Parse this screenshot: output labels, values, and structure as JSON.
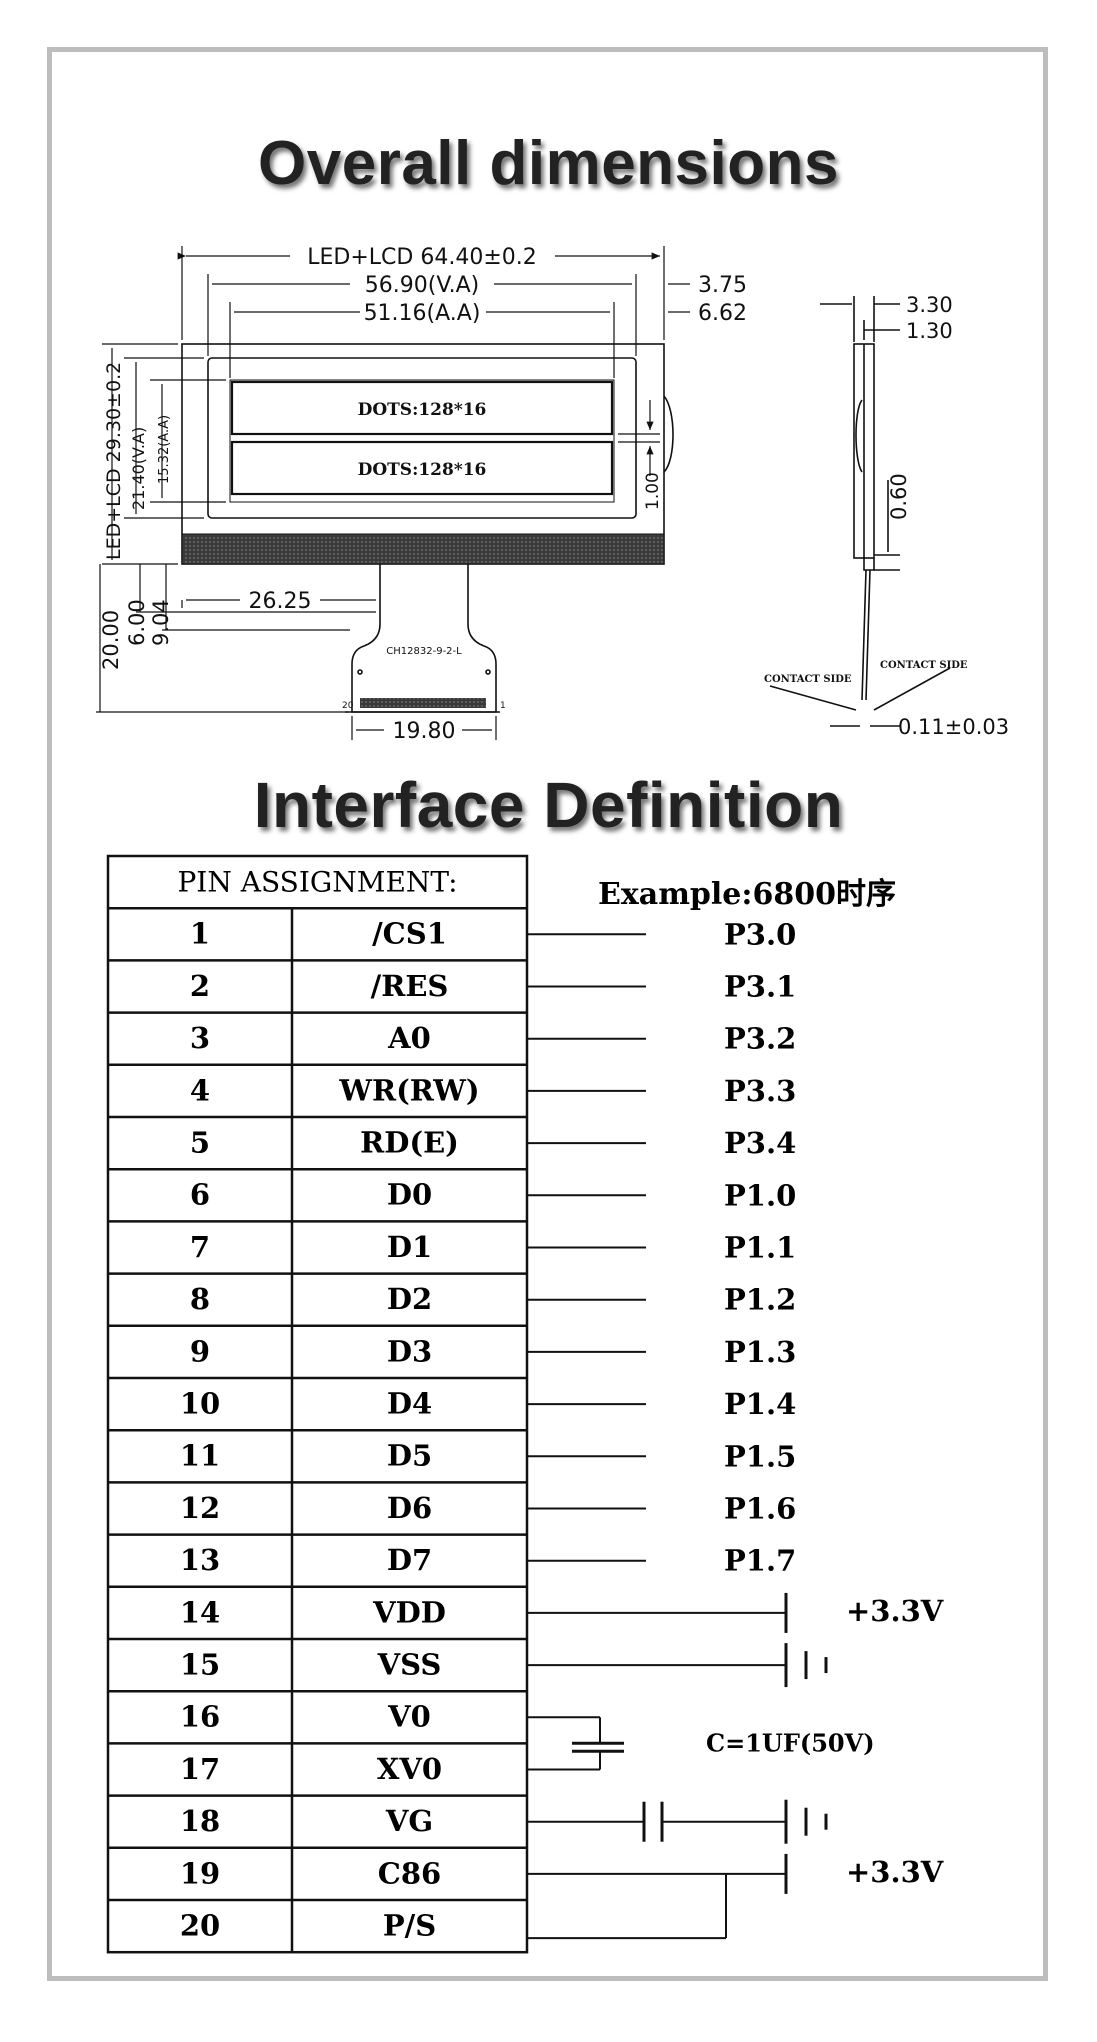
{
  "headings": {
    "dimensions": "Overall dimensions",
    "interface": "Interface Definition"
  },
  "dimensions": {
    "overall_width": "LED+LCD 64.40±0.2",
    "va_width": "56.90(V.A)",
    "aa_width": "51.16(A.A)",
    "right_offset_1": "3.75",
    "right_offset_2": "6.62",
    "overall_height": "LED+LCD 29.30±0.2",
    "va_height": "21.40(V.A)",
    "aa_height": "15.32(A.A)",
    "line_gap": "1.00",
    "tail_total": "20.00",
    "tail_1": "6.00",
    "tail_2": "9.04",
    "tail_offset": "26.25",
    "fpc_width": "19.80",
    "fpc_code": "CH12832-9-2-L",
    "fpc_pin_left": "20",
    "fpc_pin_right": "1",
    "dots_line_1": "DOTS:128*16",
    "dots_line_2": "DOTS:128*16",
    "side_thickness": "3.30",
    "side_glass": "1.30",
    "side_tab": "0.60",
    "contact_left": "CONTACT SIDE",
    "contact_right": "CONTACT SIDE",
    "fpc_thickness": "0.11±0.03"
  },
  "table": {
    "header": "PIN ASSIGNMENT:",
    "example": "Example:6800时序",
    "rows": [
      {
        "pin": "1",
        "name": "/CS1",
        "port": "P3.0"
      },
      {
        "pin": "2",
        "name": "/RES",
        "port": "P3.1"
      },
      {
        "pin": "3",
        "name": "A0",
        "port": "P3.2"
      },
      {
        "pin": "4",
        "name": "WR(RW)",
        "port": "P3.3"
      },
      {
        "pin": "5",
        "name": "RD(E)",
        "port": "P3.4"
      },
      {
        "pin": "6",
        "name": "D0",
        "port": "P1.0"
      },
      {
        "pin": "7",
        "name": "D1",
        "port": "P1.1"
      },
      {
        "pin": "8",
        "name": "D2",
        "port": "P1.2"
      },
      {
        "pin": "9",
        "name": "D3",
        "port": "P1.3"
      },
      {
        "pin": "10",
        "name": "D4",
        "port": "P1.4"
      },
      {
        "pin": "11",
        "name": "D5",
        "port": "P1.5"
      },
      {
        "pin": "12",
        "name": "D6",
        "port": "P1.6"
      },
      {
        "pin": "13",
        "name": "D7",
        "port": "P1.7"
      },
      {
        "pin": "14",
        "name": "VDD",
        "port": ""
      },
      {
        "pin": "15",
        "name": "VSS",
        "port": ""
      },
      {
        "pin": "16",
        "name": "V0",
        "port": ""
      },
      {
        "pin": "17",
        "name": "XV0",
        "port": ""
      },
      {
        "pin": "18",
        "name": "VG",
        "port": ""
      },
      {
        "pin": "19",
        "name": "C86",
        "port": ""
      },
      {
        "pin": "20",
        "name": "P/S",
        "port": ""
      }
    ],
    "vdd_label": "+3.3V",
    "c86_label": "+3.3V",
    "cap_label": "C=1UF(50V)"
  },
  "colors": {
    "frame": "#bdbdbd",
    "ink": "#111111",
    "bezel": "#3a3a3a"
  }
}
